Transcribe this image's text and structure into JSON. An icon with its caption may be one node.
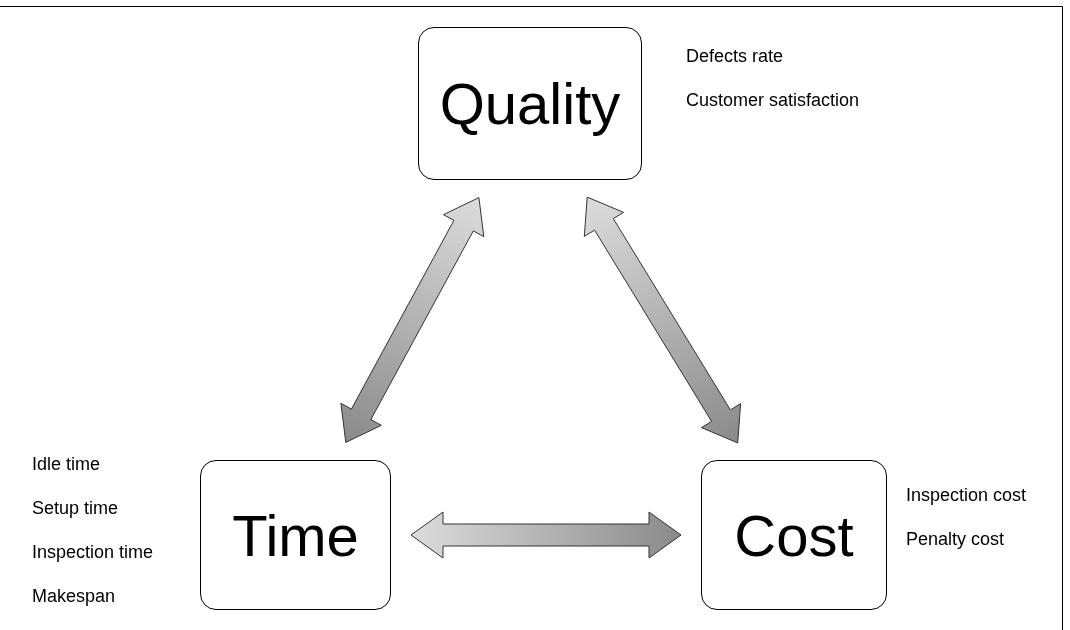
{
  "diagram": {
    "nodes": [
      {
        "text": [
          "Quality"
        ],
        "beside": [
          "Defects rate",
          "Customer satisfaction"
        ]
      },
      {
        "text": [
          "Time"
        ],
        "beside": [
          "Idle time",
          "Setup time",
          "Inspection time",
          "Makespan"
        ]
      },
      {
        "text": [
          "Cost"
        ],
        "beside": [
          "Inspection cost",
          "Penalty cost"
        ]
      }
    ],
    "edges": [
      {
        "from": 0,
        "to": 1,
        "arrow": "both",
        "style": "thick"
      },
      {
        "from": 0,
        "to": 2,
        "arrow": "both",
        "style": "thick"
      },
      {
        "from": 1,
        "to": 2,
        "arrow": "both",
        "style": "thick"
      }
    ]
  }
}
